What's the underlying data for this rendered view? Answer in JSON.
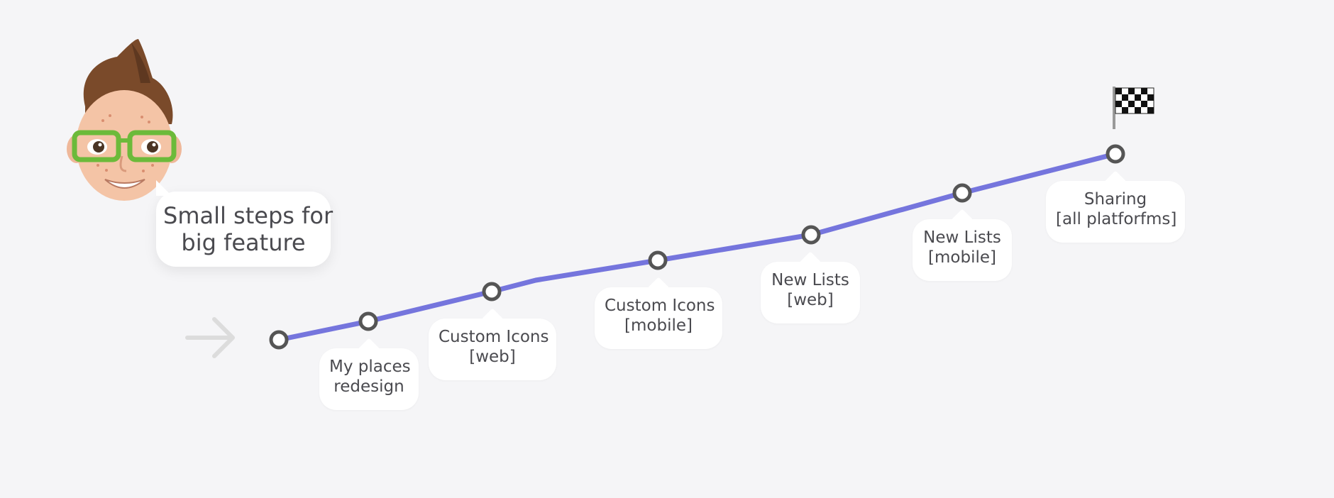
{
  "speech_bubble": {
    "lines": [
      "Small steps for",
      "big feature"
    ]
  },
  "milestones": [
    {
      "label_lines": [
        "My places",
        "redesign"
      ]
    },
    {
      "label_lines": [
        "Custom Icons",
        "[web]"
      ]
    },
    {
      "label_lines": [
        "Custom Icons",
        "[mobile]"
      ]
    },
    {
      "label_lines": [
        "New Lists",
        "[web]"
      ]
    },
    {
      "label_lines": [
        "New Lists",
        "[mobile]"
      ]
    },
    {
      "label_lines": [
        "Sharing",
        "[all platforfms]"
      ]
    }
  ],
  "colors": {
    "background": "#f5f5f7",
    "line": "#7575dd",
    "node_stroke": "#555555",
    "node_fill": "#ffffff",
    "arrow": "#dcdcdc"
  },
  "icons": {
    "avatar": "memoji-avatar-with-green-glasses",
    "start": "right-arrow-icon",
    "finish": "checkered-flag-icon"
  }
}
